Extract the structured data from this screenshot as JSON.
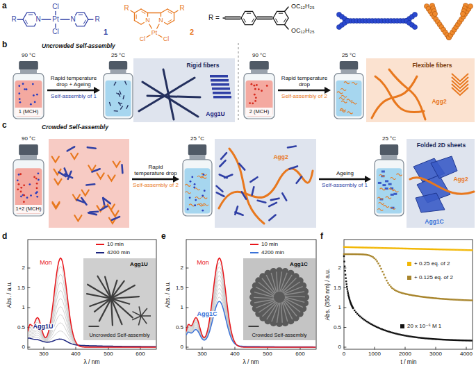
{
  "diagram": {
    "nodes": [
      {
        "text": [
          "90 °C",
          "1 (MCH)"
        ]
      },
      {
        "text": [
          "25 °C"
        ]
      },
      {
        "text": [
          "Rigid fibers",
          "Agg1U"
        ]
      },
      {
        "text": [
          "90 °C",
          "2 (MCH)"
        ]
      },
      {
        "text": [
          "25 °C"
        ]
      },
      {
        "text": [
          "Flexible fibers",
          "Agg2"
        ]
      },
      {
        "text": [
          "90 °C",
          "1+2 (MCH)"
        ]
      },
      {
        "text": [
          "25 °C"
        ]
      },
      {
        "text": [
          "Agg2"
        ]
      },
      {
        "text": [
          "25 °C"
        ]
      },
      {
        "text": [
          "Folded 2D sheets",
          "Agg2",
          "Agg1C"
        ]
      }
    ],
    "edges": [
      {
        "from": 0,
        "to": 1,
        "label": "Rapid temperature drop + Ageing",
        "arrow": "to"
      },
      {
        "from": 3,
        "to": 4,
        "label": "Rapid temperature drop",
        "arrow": "to"
      },
      {
        "from": 6,
        "to": 7,
        "label": "Rapid temperature drop",
        "arrow": "to"
      },
      {
        "from": 8,
        "to": 9,
        "label": "Ageing",
        "arrow": "to"
      }
    ],
    "labels": [
      "a",
      "R",
      "N",
      "Cl",
      "Pt",
      "Cl",
      "N",
      "R",
      "1",
      "R",
      "R",
      "N",
      "N",
      "Pt",
      "Cl",
      "Cl",
      "2",
      "R =",
      "OC₁₂H₂₅",
      "OC₁₂H₂₅",
      "b",
      "Uncrowded Self-assembly",
      "Self-assembly of 1",
      "Self-assembly of 2",
      "c",
      "Crowded Self-assembly",
      "Self-assembly of 2",
      "Self-assembly of 1",
      "d",
      "Abs. / a.u.",
      "λ / nm",
      "0",
      "0.5",
      "1",
      "1.5",
      "2",
      "300",
      "400",
      "500",
      "600",
      "Mon",
      "Agg1U",
      "Agg1U",
      "Uncrowded Self-assembly",
      "e",
      "Abs. / a.u.",
      "λ / nm",
      "0",
      "0.5",
      "1",
      "1.5",
      "2",
      "300",
      "400",
      "500",
      "600",
      "Mon",
      "Agg1C",
      "Agg1C",
      "Crowded Self-assembly",
      "f",
      "Abs. (350 nm) / a.u.",
      "t / min",
      "0",
      "0.5",
      "1",
      "1.5",
      "2",
      "0",
      "1000",
      "2000",
      "3000",
      "4000"
    ],
    "legend": [
      {
        "text": "10 min"
      },
      {
        "text": "4200 min"
      },
      {
        "text": "10 min"
      },
      {
        "text": "4200 min"
      },
      {
        "text": "+ 0.25 eq. of 2",
        "color": "#f2b705"
      },
      {
        "text": "+ 0.125 eq. of 2",
        "color": "#a8852c"
      },
      {
        "text": "20 x 10⁻⁶ M 1",
        "color": "#111111"
      }
    ]
  }
}
